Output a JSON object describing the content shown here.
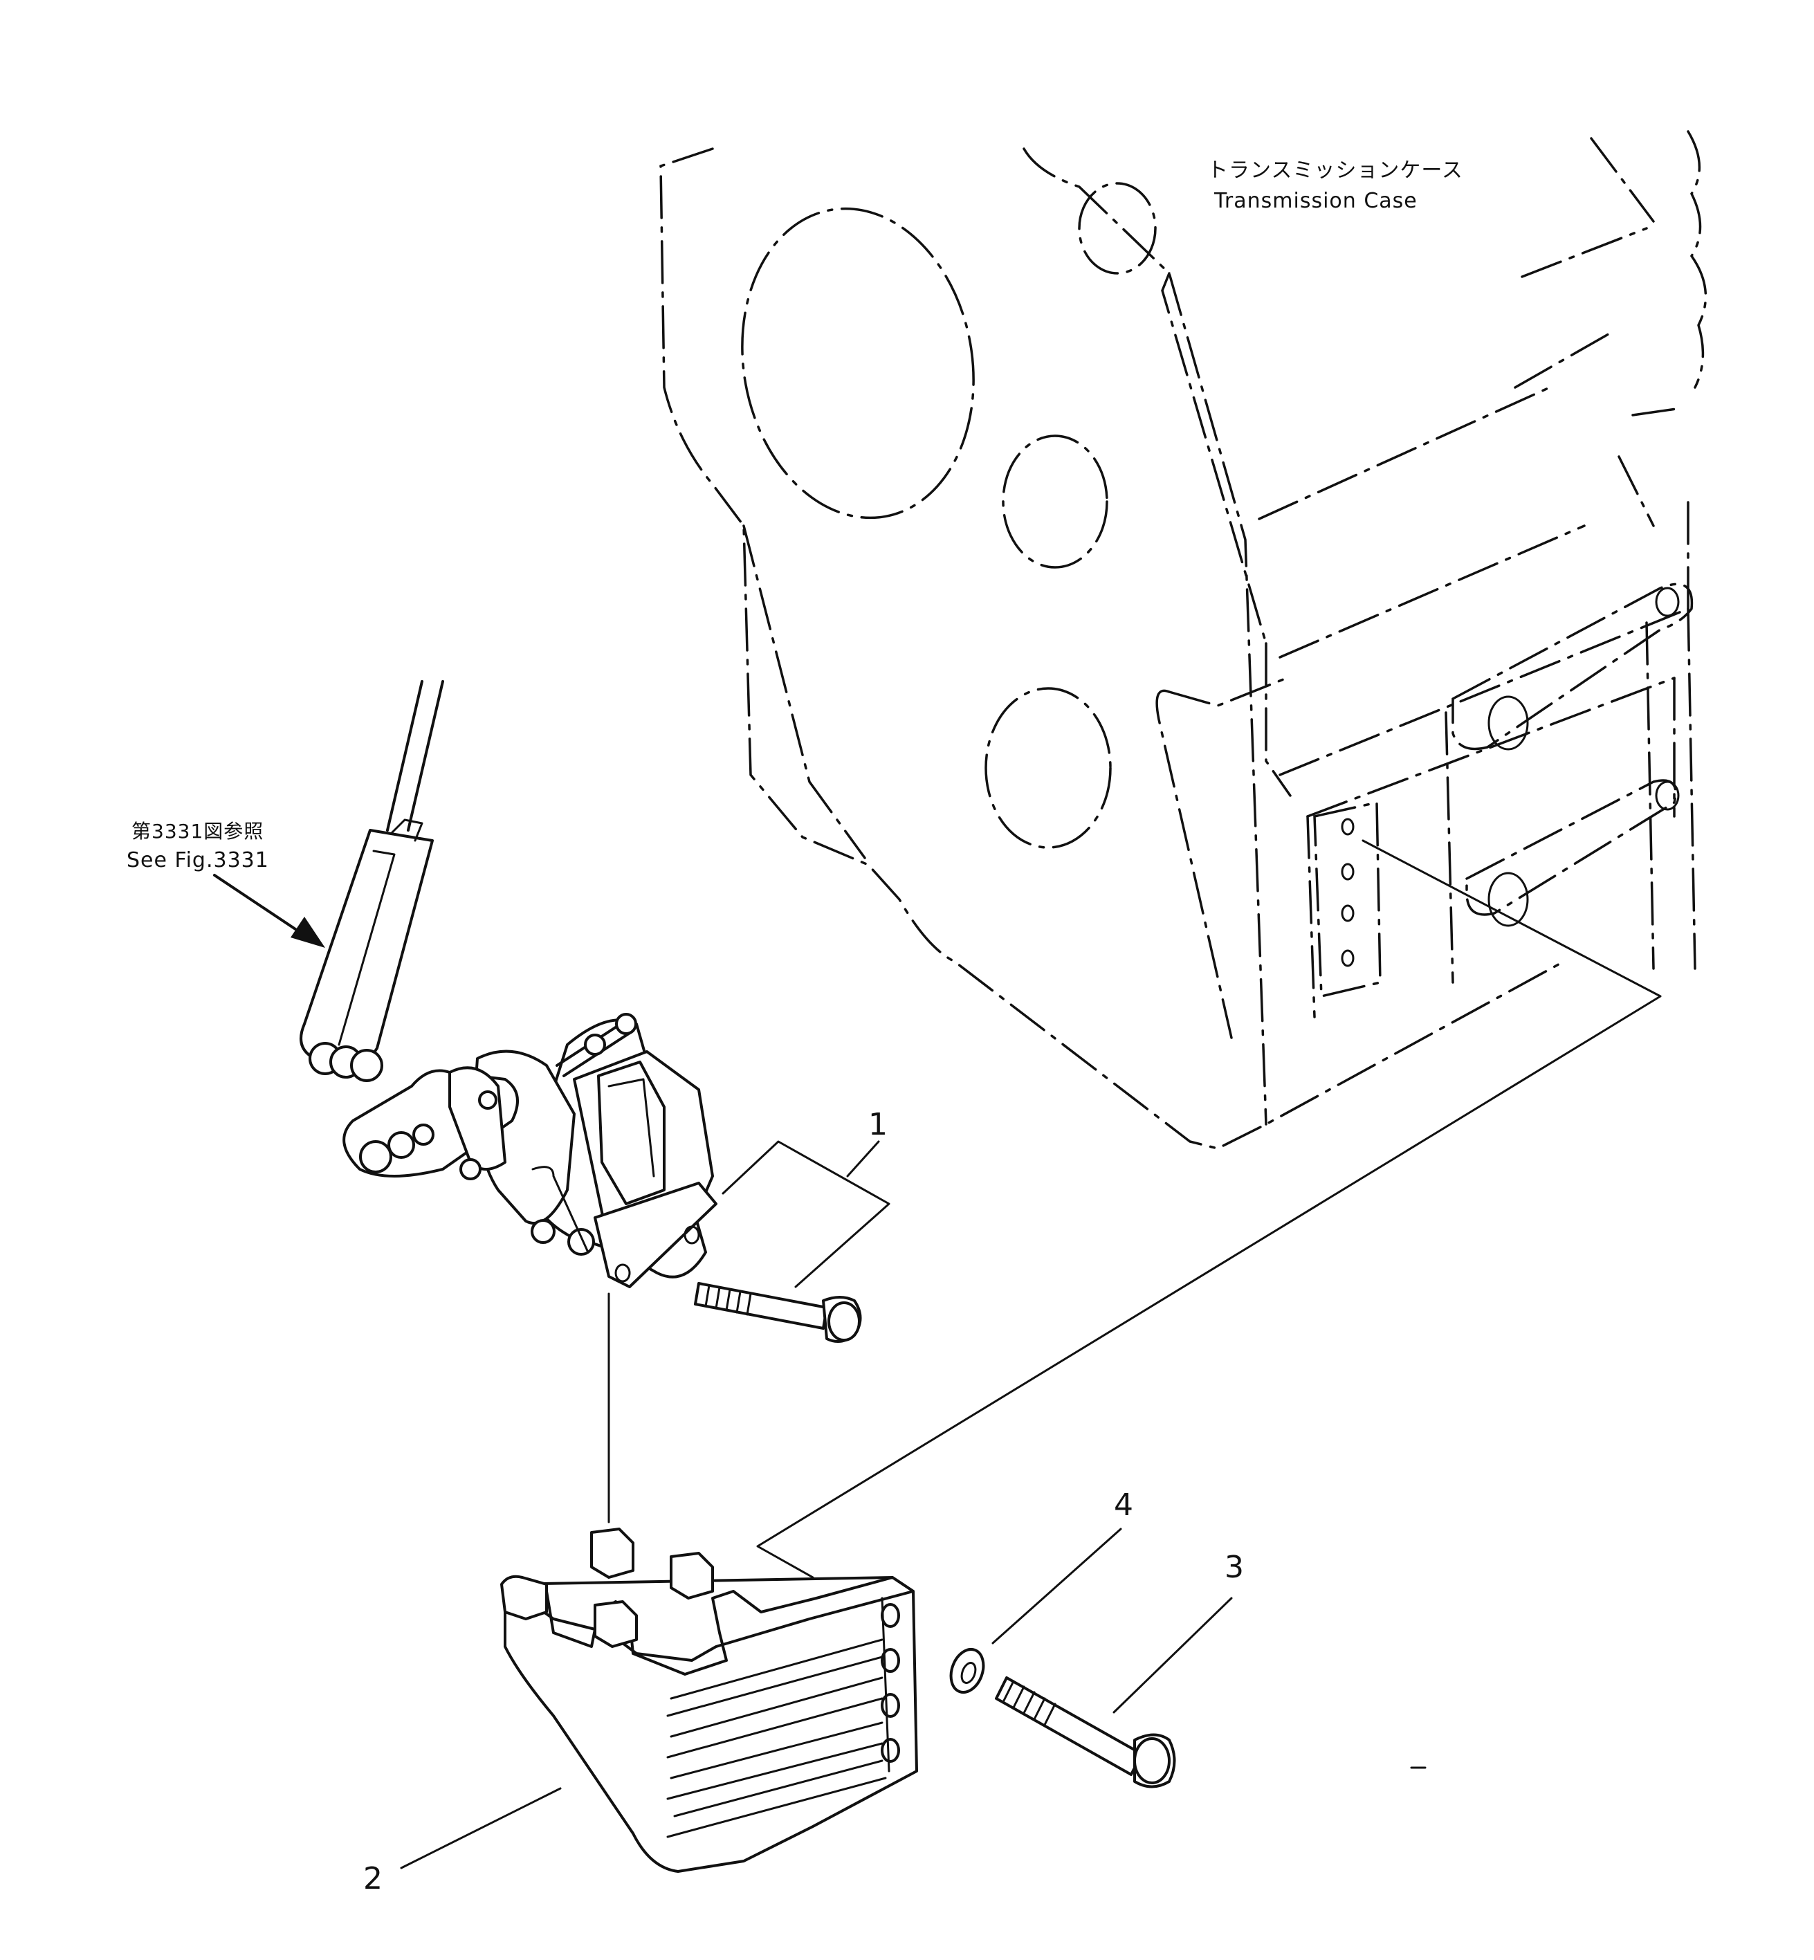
{
  "callouts": {
    "part_1": "1",
    "part_2": "2",
    "part_3": "3",
    "part_4": "4"
  },
  "notes": {
    "case_jp": "トランスミッションケース",
    "case_en": "Transmission Case",
    "ref_jp": "第3331図参照",
    "ref_en": "See Fig.3331"
  }
}
